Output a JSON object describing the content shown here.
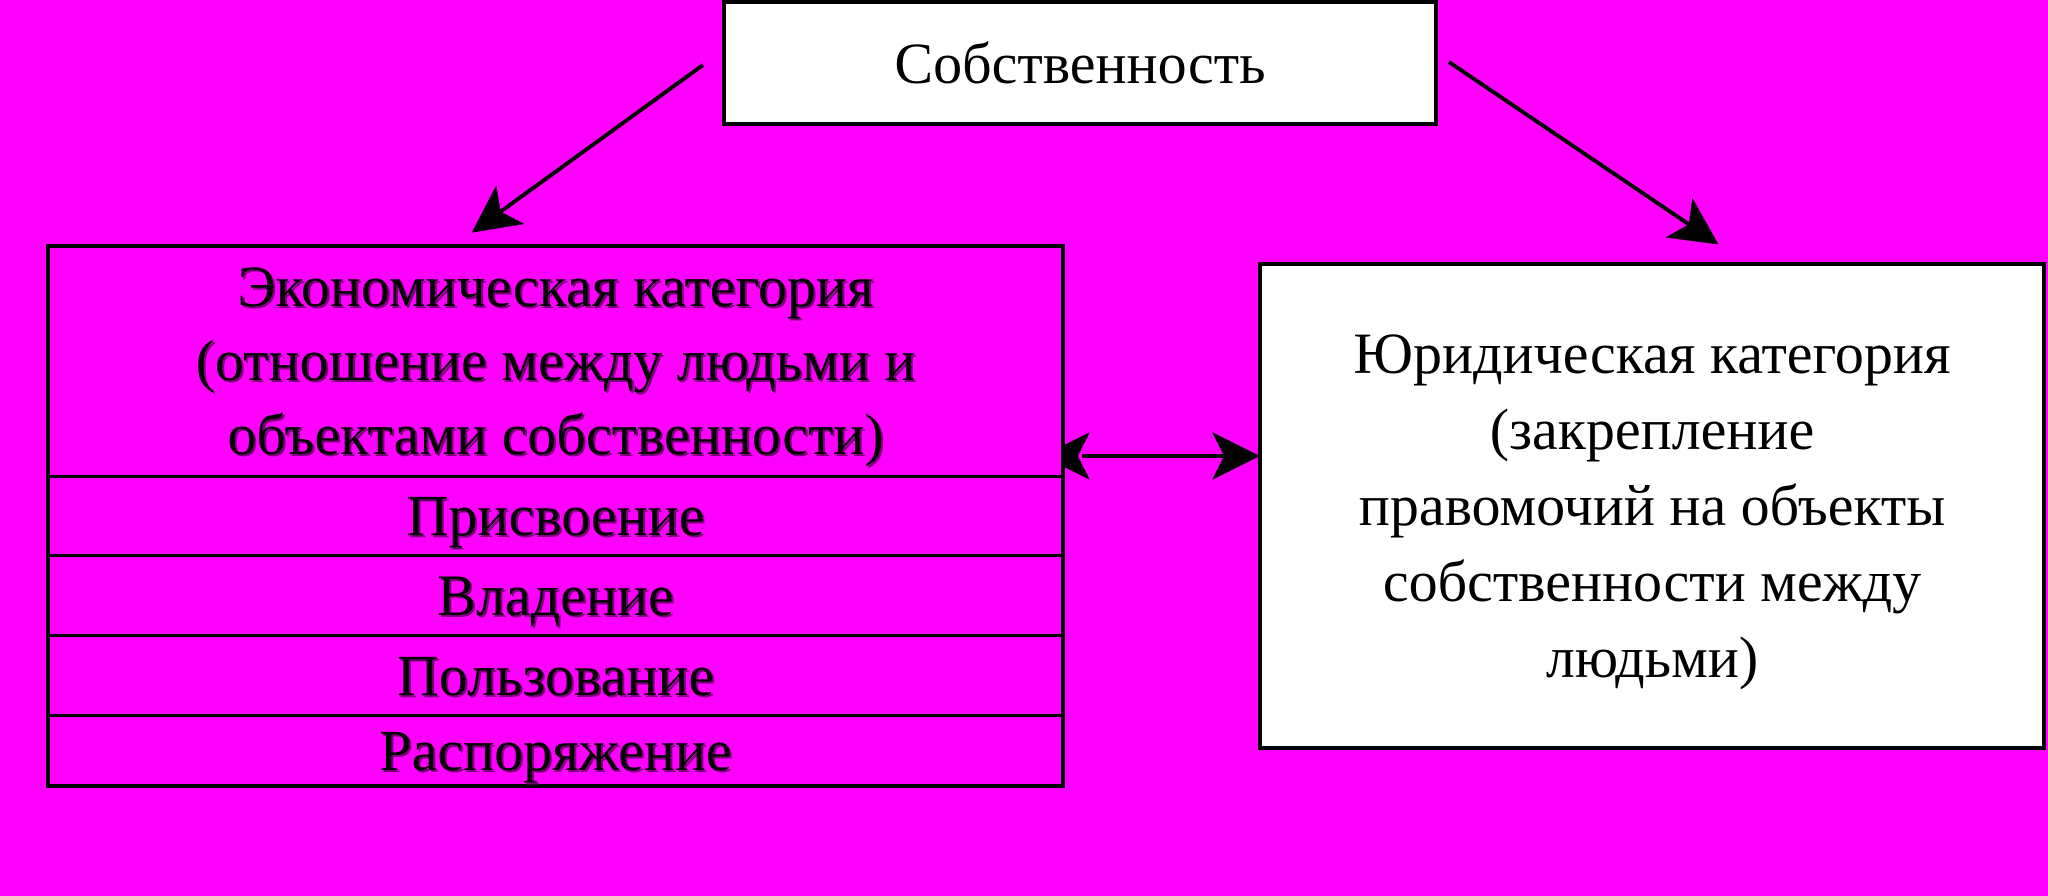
{
  "root": {
    "label": "Собственность"
  },
  "economic": {
    "title_lines": [
      "Экономическая категория",
      "(отношение между людьми и",
      "объектами собственности)"
    ],
    "rows": [
      "Присвоение",
      "Владение",
      "Пользование",
      "Распоряжение"
    ]
  },
  "legal": {
    "lines": [
      "Юридическая категория",
      "(закрепление",
      "правомочий на объекты",
      "собственности между",
      "людьми)"
    ]
  },
  "colors": {
    "background": "#ff00ff",
    "box_white": "#ffffff",
    "line": "#000000"
  }
}
